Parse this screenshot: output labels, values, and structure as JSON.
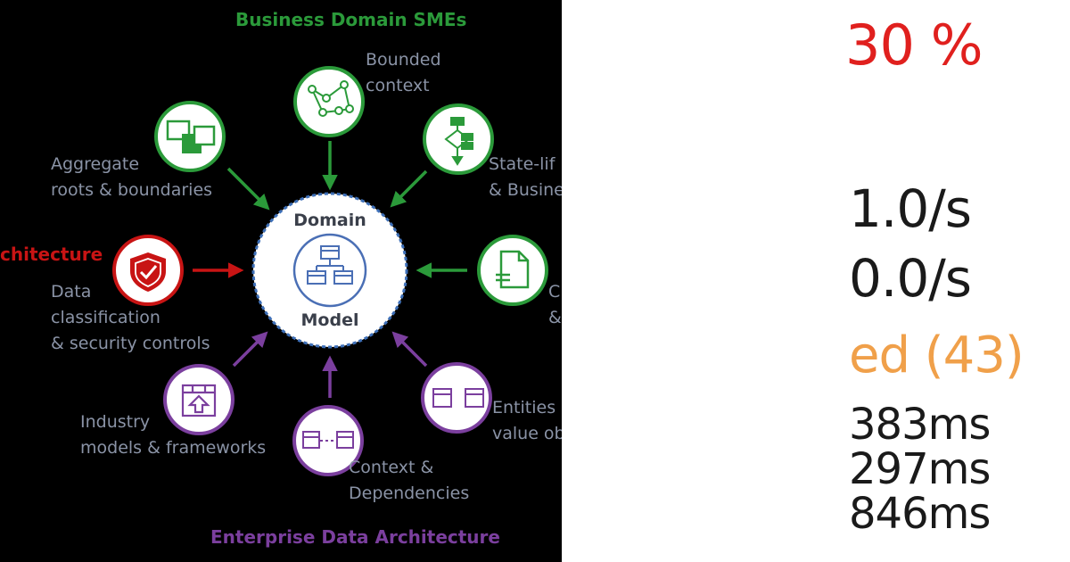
{
  "diagram": {
    "top_title": "Business Domain SMEs",
    "bottom_title": "Enterprise Data Architecture",
    "left_title": "chitecture",
    "center": {
      "line1": "Domain",
      "line2": "Model"
    },
    "nodes": {
      "bounded_context": "Bounded\ncontext",
      "aggregate_roots": "Aggregate\nroots & boundaries",
      "state_lifecycle": "State-lif\n& Busine",
      "data_classification": "Data\nclassification\n& security controls",
      "commands_events": "C\n&",
      "industry_models": "Industry\nmodels & frameworks",
      "context_dependencies": "Context &\nDependencies",
      "entities_value_objects": "Entities\nvalue obj"
    },
    "colors": {
      "green": "#2b9a3a",
      "red": "#c81414",
      "purple": "#7b3f9e",
      "center_blue": "#4a6fb5",
      "label_gray": "#8a93a6"
    }
  },
  "metrics": {
    "percent": "30 %",
    "rate_1": "1.0/s",
    "rate_2": "0.0/s",
    "status": "ed (43)",
    "latency_1": "383ms",
    "latency_2": "297ms",
    "latency_3": "846ms",
    "colors": {
      "percent": "#e0201e",
      "rate": "#1a1a1a",
      "status": "#f0a04a",
      "latency": "#1a1a1a"
    }
  }
}
